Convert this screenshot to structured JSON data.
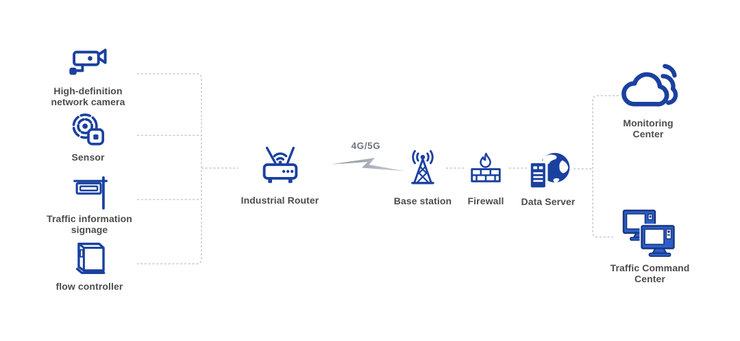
{
  "diagram": {
    "connection_label": "4G/5G",
    "left_devices": [
      {
        "name": "hd-network-camera",
        "label": "High-definition\nnetwork camera"
      },
      {
        "name": "sensor",
        "label": "Sensor"
      },
      {
        "name": "traffic-information-signage",
        "label": "Traffic information\nsignage"
      },
      {
        "name": "flow-controller",
        "label": "flow controller"
      }
    ],
    "backbone": [
      {
        "name": "industrial-router",
        "label": "Industrial Router"
      },
      {
        "name": "base-station",
        "label": "Base station"
      },
      {
        "name": "firewall",
        "label": "Firewall"
      },
      {
        "name": "data-server",
        "label": "Data Server"
      }
    ],
    "centers": [
      {
        "name": "monitoring-center",
        "label": "Monitoring\nCenter"
      },
      {
        "name": "traffic-command-center",
        "label": "Traffic Command\nCenter"
      }
    ]
  },
  "colors": {
    "icon_blue": "#1a41a0",
    "icon_dark_blue": "#17357f",
    "icon_mid_blue": "#2e5ec7",
    "label_text": "#4c4c4c",
    "link_text": "#6e757e",
    "dashed_line": "#bcc1c8",
    "bolt_dark": "#878f9a",
    "bolt_light": "#ccd1d8"
  }
}
